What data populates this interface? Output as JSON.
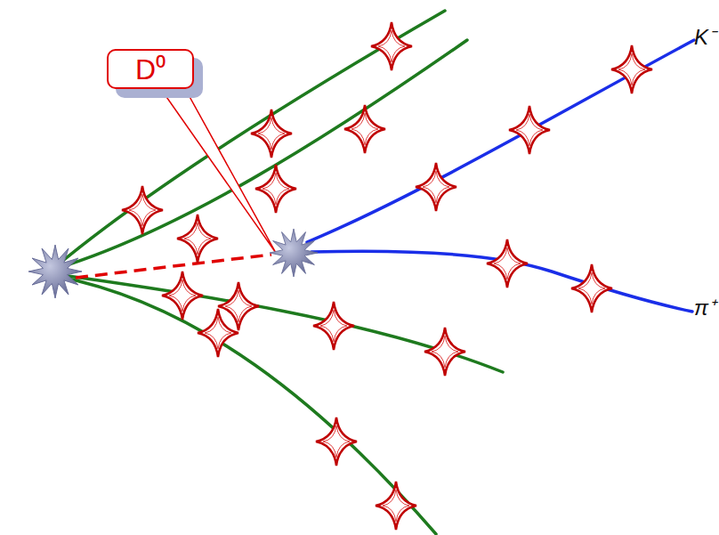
{
  "diagram": {
    "nodes": [
      {
        "text": [
          "D⁰"
        ]
      }
    ],
    "labels": [
      "K⁻",
      "π⁺"
    ]
  }
}
